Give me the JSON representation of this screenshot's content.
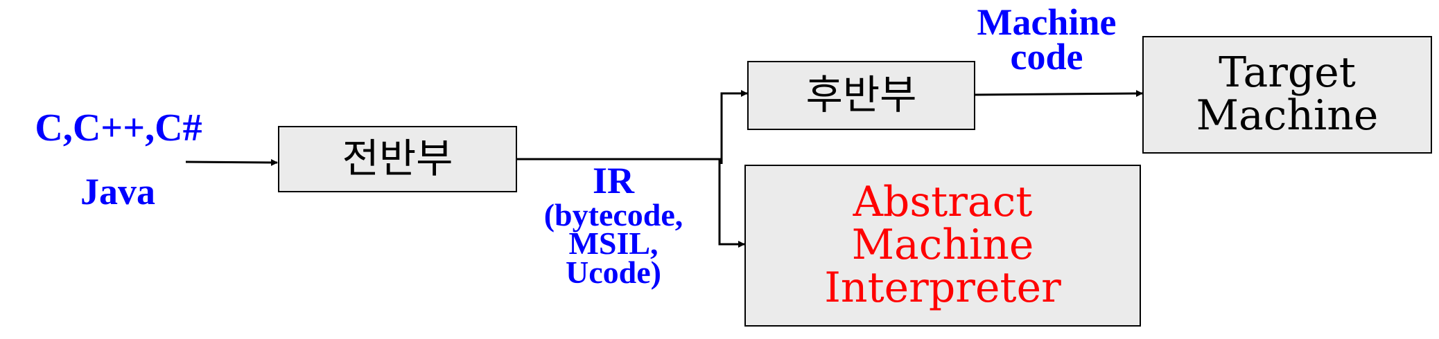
{
  "input": {
    "languages": "C,C++,C#",
    "java": "Java"
  },
  "frontend": {
    "label": "전반부"
  },
  "ir": {
    "title": "IR",
    "details": [
      "(bytecode,",
      "MSIL,",
      "Ucode)"
    ]
  },
  "backend": {
    "label": "후반부"
  },
  "machine_code": {
    "lines": [
      "Machine",
      "code"
    ]
  },
  "target": {
    "lines": [
      "Target",
      "Machine"
    ]
  },
  "interpreter": {
    "lines": [
      "Abstract",
      "Machine",
      "Interpreter"
    ]
  },
  "colors": {
    "label_blue": "#0000ff",
    "interpreter_red": "#ff0000",
    "box_fill": "#ebebeb",
    "line": "#000000"
  }
}
